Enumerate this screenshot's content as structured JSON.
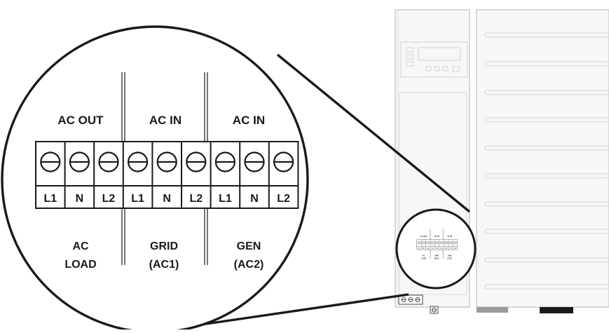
{
  "zoom_view": {
    "sections": [
      {
        "title": "AC OUT",
        "terminals": [
          "L1",
          "N",
          "L2"
        ],
        "bottom_line1": "AC",
        "bottom_line2": "LOAD"
      },
      {
        "title": "AC IN",
        "terminals": [
          "L1",
          "N",
          "L2"
        ],
        "bottom_line1": "GRID",
        "bottom_line2": "(AC1)"
      },
      {
        "title": "AC IN",
        "terminals": [
          "L1",
          "N",
          "L2"
        ],
        "bottom_line1": "GEN",
        "bottom_line2": "(AC2)"
      }
    ]
  },
  "colors": {
    "stroke": "#1a1a1a",
    "device_stroke": "#cfcfcf",
    "device_fill": "#f7f7f7",
    "foot_fill": "#9a9a9a",
    "foot_dark": "#1a1a1a"
  }
}
